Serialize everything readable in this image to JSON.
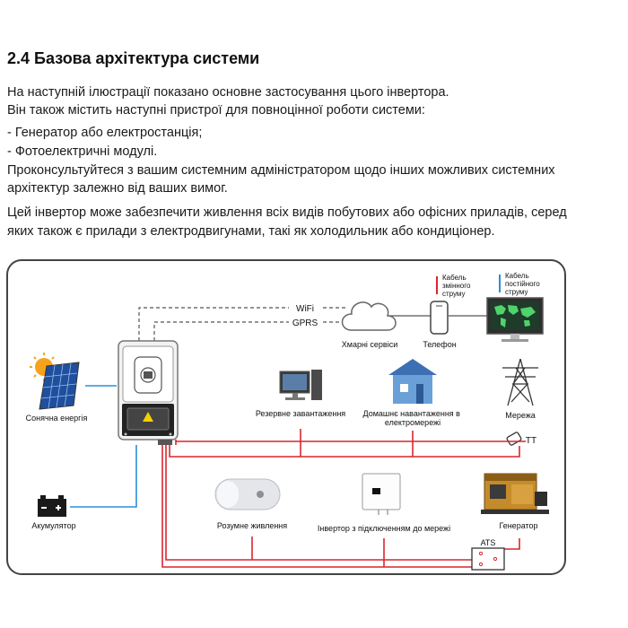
{
  "section": {
    "title": "2.4 Базова архітектура системи",
    "lines": [
      "На наступній ілюстрації показано основне застосування цього інвертора.",
      "Він також містить наступні пристрої для повноцінної роботи системи:",
      "- Генератор або електростанція;",
      "- Фотоелектричні модулі.",
      "Проконсультуйтеся з вашим системним адміністратором щодо інших можливих системних",
      "архітектур залежно від ваших вимог."
    ],
    "lines2": [
      "Цей інвертор може забезпечити живлення всіх видів побутових або офісних приладів, серед",
      "яких також є прилади з електродвигунами, такі як холодильник або кондиціонер."
    ]
  },
  "diagram": {
    "wifi": "WiFi",
    "gprs": "GPRS",
    "cloud": "Хмарні сервіси",
    "phone": "Телефон",
    "ac_cable": [
      "Кабель",
      "змінного",
      "струму"
    ],
    "dc_cable": [
      "Кабель",
      "постійного",
      "струму"
    ],
    "solar": "Сонячна енергія",
    "backup": "Резервне завантаження",
    "home_load": [
      "Домашнє навантаження в",
      "електромережі"
    ],
    "grid": "Мережа",
    "ct": "TT",
    "battery": "Акумулятор",
    "smart_load": "Розумне живлення",
    "grid_inverter": "Інвертор з підключенням до мережі",
    "generator": "Генератор",
    "ats": "ATS",
    "colors": {
      "ac_line": "#d9262c",
      "dc_line": "#2b8fd6",
      "frame": "#444444",
      "roof": "#3d6fb3"
    }
  }
}
